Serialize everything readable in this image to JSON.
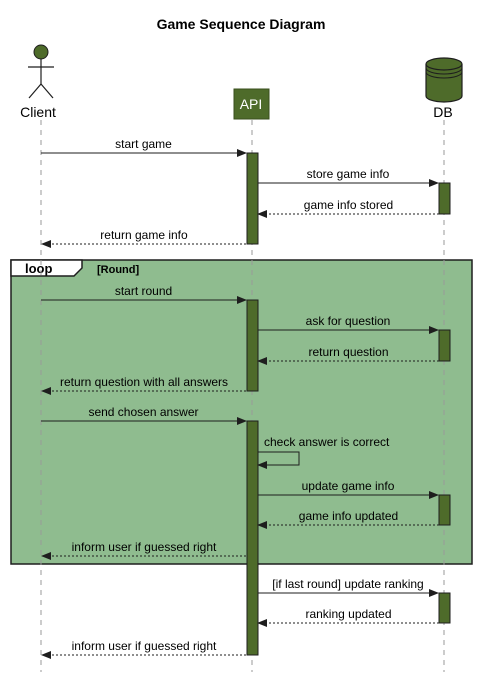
{
  "diagram": {
    "title": "Game Sequence Diagram",
    "participants": {
      "client": "Client",
      "api": "API",
      "db": "DB"
    },
    "colors": {
      "dark_green": "#4e6b2a",
      "loop_fill": "#8fbc8f",
      "loop_border": "#1e1e1e",
      "lifeline": "#9a9a9a"
    },
    "loop": {
      "keyword": "loop",
      "guard": "[Round]"
    },
    "messages": [
      {
        "label": "start game",
        "from": "client",
        "to": "api",
        "style": "solid"
      },
      {
        "label": "store game info",
        "from": "api",
        "to": "db",
        "style": "solid"
      },
      {
        "label": "game info stored",
        "from": "db",
        "to": "api",
        "style": "dashed"
      },
      {
        "label": "return game info",
        "from": "api",
        "to": "client",
        "style": "dashed"
      },
      {
        "label": "start round",
        "from": "client",
        "to": "api",
        "style": "solid"
      },
      {
        "label": "ask for question",
        "from": "api",
        "to": "db",
        "style": "solid"
      },
      {
        "label": "return question",
        "from": "db",
        "to": "api",
        "style": "dashed"
      },
      {
        "label": "return question with all answers",
        "from": "api",
        "to": "client",
        "style": "dashed"
      },
      {
        "label": "send chosen answer",
        "from": "client",
        "to": "api",
        "style": "solid"
      },
      {
        "label": "check answer is correct",
        "from": "api",
        "to": "api",
        "style": "solid"
      },
      {
        "label": "update game info",
        "from": "api",
        "to": "db",
        "style": "solid"
      },
      {
        "label": "game info updated",
        "from": "db",
        "to": "api",
        "style": "dashed"
      },
      {
        "label": "inform user if guessed right",
        "from": "api",
        "to": "client",
        "style": "dashed"
      },
      {
        "label": "[if last round] update ranking",
        "from": "api",
        "to": "db",
        "style": "solid"
      },
      {
        "label": "ranking updated",
        "from": "db",
        "to": "api",
        "style": "dashed"
      },
      {
        "label": "inform user if guessed right",
        "from": "api",
        "to": "client",
        "style": "dashed"
      }
    ]
  }
}
